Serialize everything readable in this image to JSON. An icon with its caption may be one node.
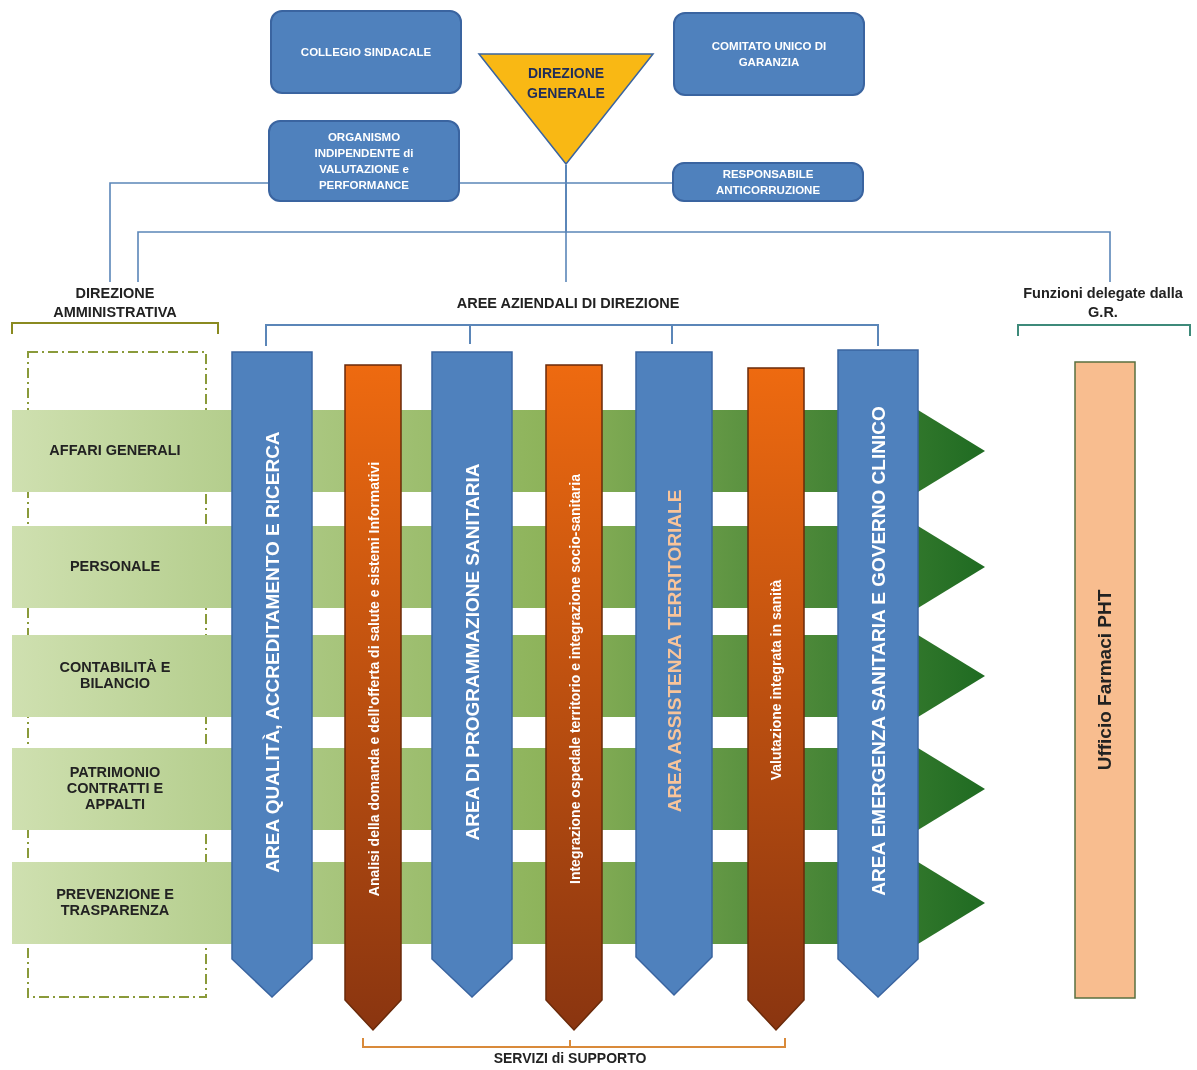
{
  "diagram": {
    "nodes": [
      {
        "text": [
          "COLLEGIO SINDACALE"
        ]
      },
      {
        "text": [
          "DIREZIONE GENERALE"
        ]
      },
      {
        "text": [
          "COMITATO UNICO DI GARANZIA"
        ]
      },
      {
        "text": [
          "ORGANISMO INDIPENDENTE di VALUTAZIONE e PERFORMANCE"
        ]
      },
      {
        "text": [
          "RESPONSABILE ANTICORRUZIONE"
        ]
      },
      {
        "text": [
          "DIREZIONE AMMINISTRATIVA"
        ]
      },
      {
        "text": [
          "AREE AZIENDALI DI DIREZIONE"
        ]
      },
      {
        "text": [
          "Funzioni delegate dalla G.R."
        ]
      },
      {
        "text": [
          "AFFARI GENERALI"
        ]
      },
      {
        "text": [
          "PERSONALE"
        ]
      },
      {
        "text": [
          "CONTABILITÀ E BILANCIO"
        ]
      },
      {
        "text": [
          "PATRIMONIO CONTRATTI E APPALTI"
        ]
      },
      {
        "text": [
          "PREVENZIONE E TRASPARENZA"
        ]
      },
      {
        "text": [
          "AREA QUALITÀ, ACCREDITAMENTO E RICERCA"
        ]
      },
      {
        "text": [
          "Analisi della domanda e dell'offerta di salute e sistemi Informativi"
        ]
      },
      {
        "text": [
          "AREA DI PROGRAMMAZIONE SANITARIA"
        ]
      },
      {
        "text": [
          "Integrazione ospedale territorio e integrazione socio-sanitaria"
        ]
      },
      {
        "text": [
          "AREA ASSISTENZA TERRITORIALE"
        ]
      },
      {
        "text": [
          "Valutazione integrata in sanità"
        ]
      },
      {
        "text": [
          "AREA EMERGENZA SANITARIA E GOVERNO CLINICO"
        ]
      },
      {
        "text": [
          "Ufficio Farmaci PHT"
        ]
      }
    ],
    "edges": [
      {
        "from": 1,
        "to": 3,
        "arrow": "none"
      },
      {
        "from": 1,
        "to": 4,
        "arrow": "none"
      },
      {
        "from": 3,
        "to": 5,
        "arrow": "none"
      },
      {
        "from": 1,
        "to": 5,
        "arrow": "none"
      },
      {
        "from": 1,
        "to": 6,
        "arrow": "none"
      },
      {
        "from": 1,
        "to": 7,
        "arrow": "none"
      }
    ],
    "labels": [
      "SERVIZI di SUPPORTO"
    ]
  }
}
